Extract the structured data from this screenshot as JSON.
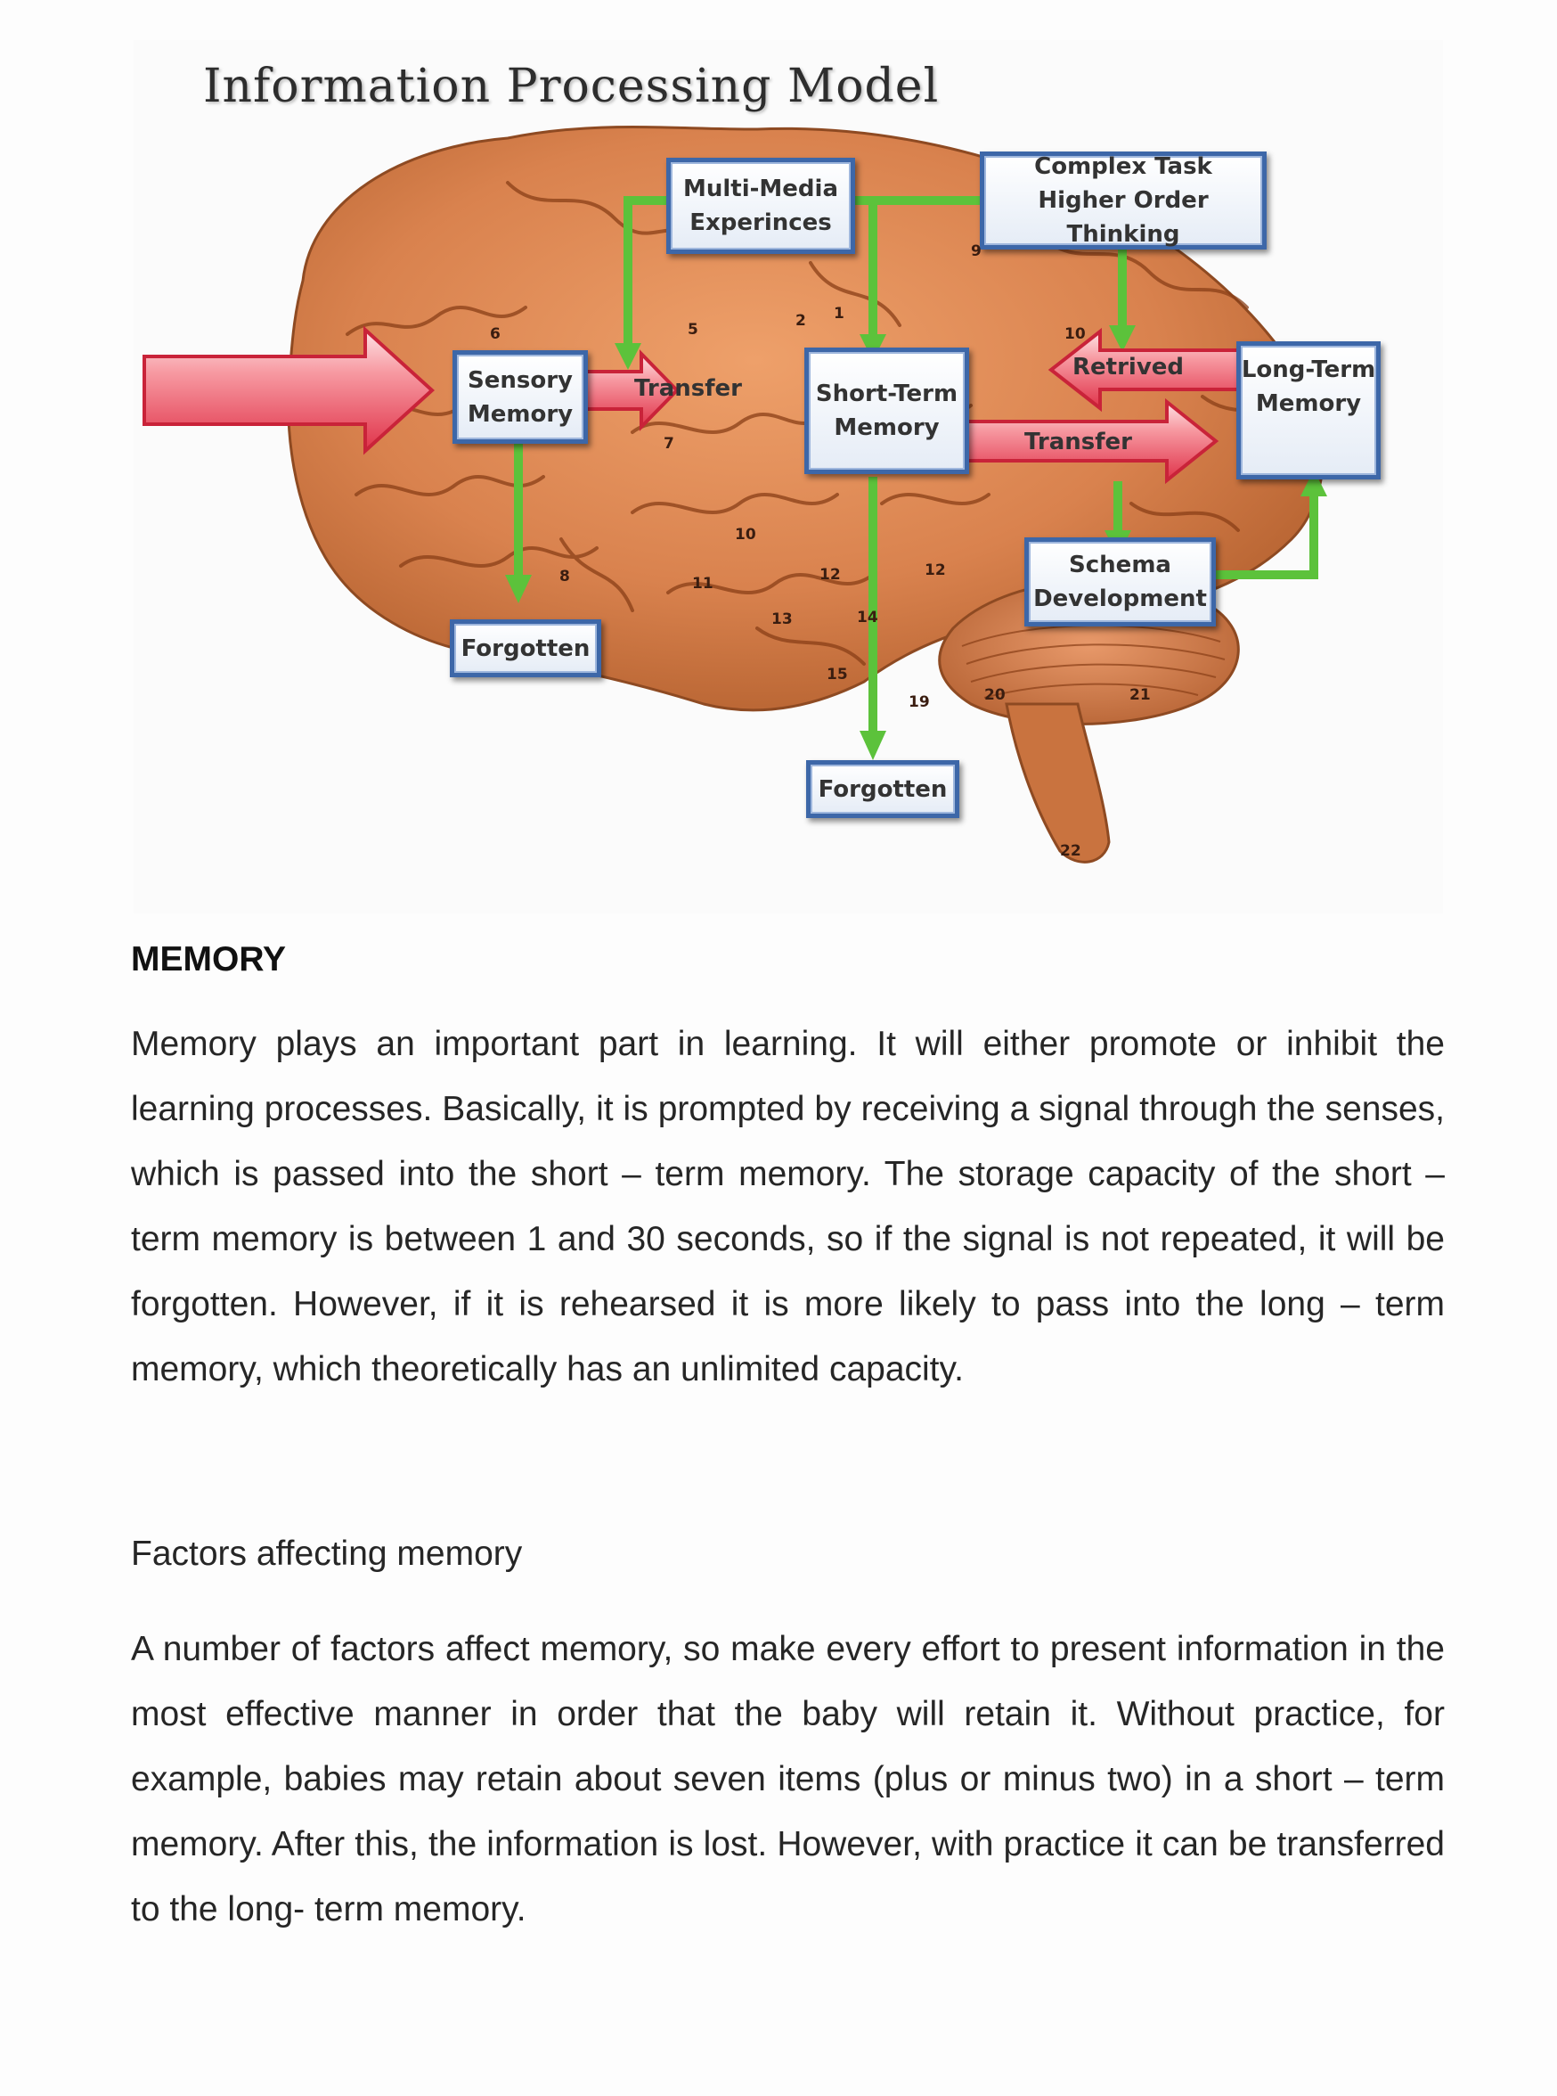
{
  "figure": {
    "title": "Information Processing Model",
    "boxes": {
      "multimedia": [
        "Multi-Media",
        "Experinces"
      ],
      "complex": [
        "Complex Task",
        "Higher Order Thinking"
      ],
      "sensory": [
        "Sensory",
        "Memory"
      ],
      "short_term": [
        "Short-Term",
        "Memory"
      ],
      "long_term": [
        "Long-Term",
        "Memory"
      ],
      "schema": [
        "Schema",
        "Development"
      ],
      "forgotten_1": "Forgotten",
      "forgotten_2": "Forgotten"
    },
    "arrow_labels": {
      "transfer_1": "Transfer",
      "retrived": "Retrived",
      "transfer_2": "Transfer"
    },
    "region_numbers": [
      "1",
      "2",
      "5",
      "6",
      "7",
      "8",
      "9",
      "10",
      "10",
      "11",
      "12",
      "12",
      "13",
      "14",
      "15",
      "19",
      "20",
      "21",
      "22"
    ],
    "colors": {
      "brain": "#d9824e",
      "box_border": "#3d67a8",
      "green_arrow": "#5cc23b",
      "red_arrow": "#e8414e"
    }
  },
  "memory_heading": "MEMORY",
  "memory_paragraph": "Memory plays an important part in learning. It will either promote or inhibit the learning processes. Basically, it is prompted by receiving a signal through the senses, which is passed into the short – term memory. The storage capacity of the short – term memory is between 1 and 30 seconds, so if the signal is not repeated, it will be forgotten. However, if it is rehearsed it is more likely to pass into the long – term memory, which theoretically has an unlimited capacity.",
  "factors_heading": "Factors affecting memory",
  "factors_paragraph": "A number of factors affect memory, so make every effort to present information in the most effective manner in order that the baby will retain it. Without practice, for example, babies may retain about seven items (plus or minus two) in a short – term memory. After this, the information is lost. However, with practice it can be transferred to the long- term memory."
}
